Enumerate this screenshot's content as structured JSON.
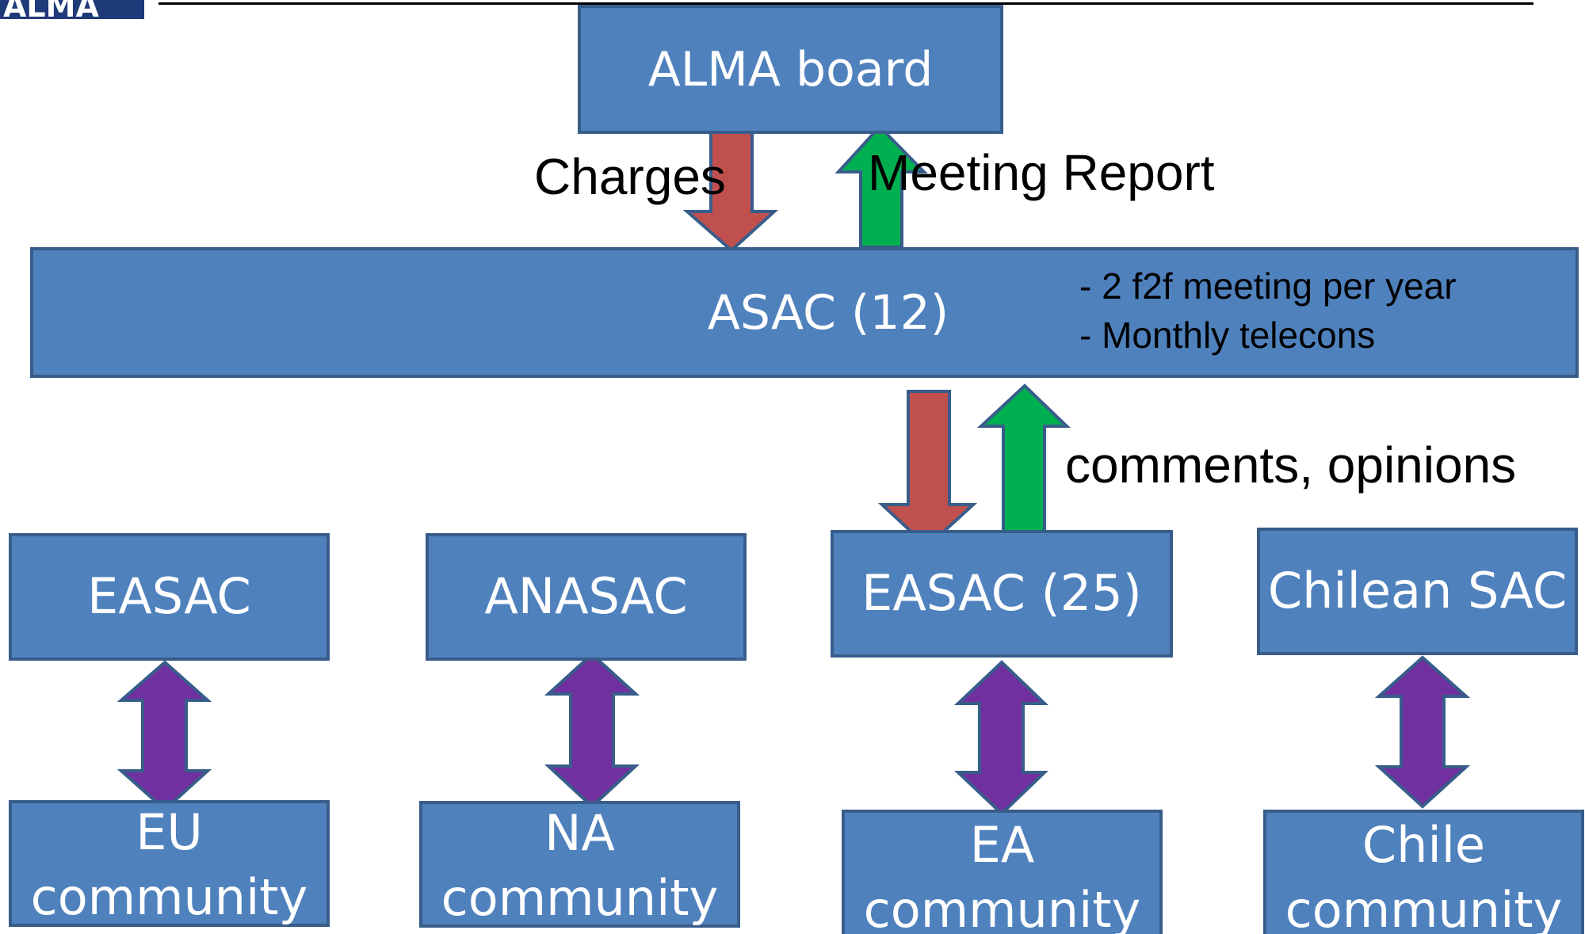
{
  "logo": {
    "text": "ALMA"
  },
  "top": {
    "label": "ALMA board"
  },
  "links": {
    "down_label": "Charges",
    "up_label": "Meeting Report"
  },
  "asac": {
    "label": "ASAC (12)",
    "notes": [
      "- 2 f2f meeting per year",
      "- Monthly telecons"
    ]
  },
  "regional_link": {
    "label": "comments, opinions"
  },
  "regions": [
    {
      "sac": "EASAC",
      "community": "EU\ncommunity"
    },
    {
      "sac": "ANASAC",
      "community": "NA\ncommunity"
    },
    {
      "sac": "EASAC (25)",
      "community": "EA\ncommunity"
    },
    {
      "sac": "Chilean SAC",
      "community": "Chile\ncommunity"
    }
  ],
  "colors": {
    "box_fill": "#4f81bd",
    "box_border": "#385d8a",
    "down_arrow": "#c0504d",
    "up_arrow": "#00b050",
    "bidirectional_arrow": "#7030a0"
  }
}
